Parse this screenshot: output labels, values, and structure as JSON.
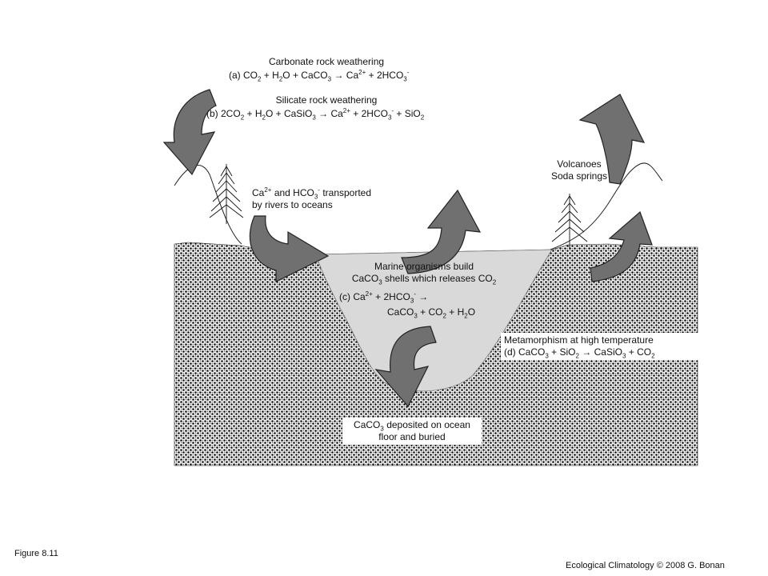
{
  "carbonate": {
    "title": "Carbonate rock weathering",
    "a_label": "(a)",
    "a_co2": "CO",
    "a_h2o": "H",
    "a_caco3": "CaCO",
    "a_ca": "Ca",
    "a_hco3": "2HCO",
    "arrow": "→"
  },
  "silicate": {
    "title": "Silicate rock weathering",
    "b_label": "(b) 2CO",
    "b_h2o": "H",
    "b_casio3": "CaSiO",
    "b_ca": "Ca",
    "b_hco3": "2HCO",
    "b_sio2": "SiO"
  },
  "rivers": {
    "line1_ca": "Ca",
    "line1_rest": "and HCO",
    "line1_tail": "transported",
    "line2": "by rivers to oceans"
  },
  "volcanoes": {
    "line1": "Volcanoes",
    "line2": "Soda springs"
  },
  "marine": {
    "line1": "Marine organisms build",
    "line2_a": "CaCO",
    "line2_b": "shells which releases CO",
    "c_label": "(c) Ca",
    "c_hco3": "2HCO",
    "c_line2_a": "CaCO",
    "c_line2_b": "CO",
    "c_line2_c": "H"
  },
  "metamorphism": {
    "line1": "Metamorphism at high temperature",
    "d_label": "(d) CaCO",
    "d_sio2": "SiO",
    "d_casio3": "CaSiO",
    "d_co2": "CO"
  },
  "deposited": {
    "line1_a": "CaCO",
    "line1_b": "deposited on ocean",
    "line2": "floor and buried"
  },
  "footer": {
    "figure": "Figure 8.11",
    "credit": "Ecological Climatology © 2008 G. Bonan"
  },
  "colors": {
    "arrow_fill": "#707070",
    "ocean_fill": "#d9d9d9",
    "stipple": "#111111"
  }
}
